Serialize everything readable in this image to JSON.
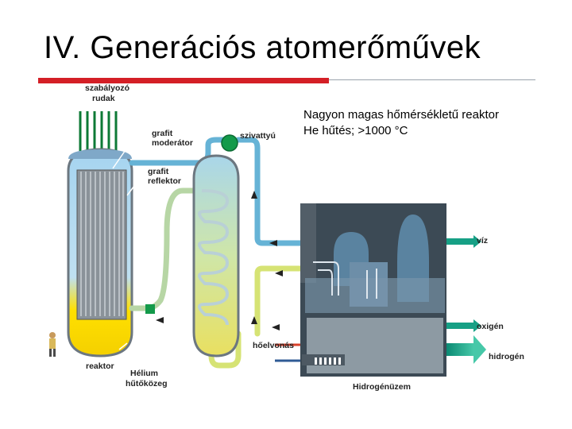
{
  "title": "IV. Generációs atomerőművek",
  "caption": {
    "line1": "Nagyon magas hőmérsékletű reaktor",
    "line2": "He hűtés; >1000 °C"
  },
  "labels": {
    "control_rods_1": "szabályozó",
    "control_rods_2": "rudak",
    "graphite_moderator_1": "grafit",
    "graphite_moderator_2": "moderátor",
    "graphite_reflector_1": "grafit",
    "graphite_reflector_2": "reflektor",
    "pump": "szivattyú",
    "reactor": "reaktor",
    "helium_coolant_1": "Hélium",
    "helium_coolant_2": "hűtőközeg",
    "heat_removal": "hőelvonás",
    "water": "víz",
    "oxygen": "oxigén",
    "hydrogen": "hidrogén",
    "hydrogen_plant": "Hidrogénüzem"
  },
  "colors": {
    "accent_rule": "#d41f26",
    "helium_gas": "#8fc6e8",
    "core": "#ffe000",
    "exchanger_body": "#d8ea6f",
    "plant_building": "#3c4a55",
    "arrows": "#1aa38a"
  }
}
